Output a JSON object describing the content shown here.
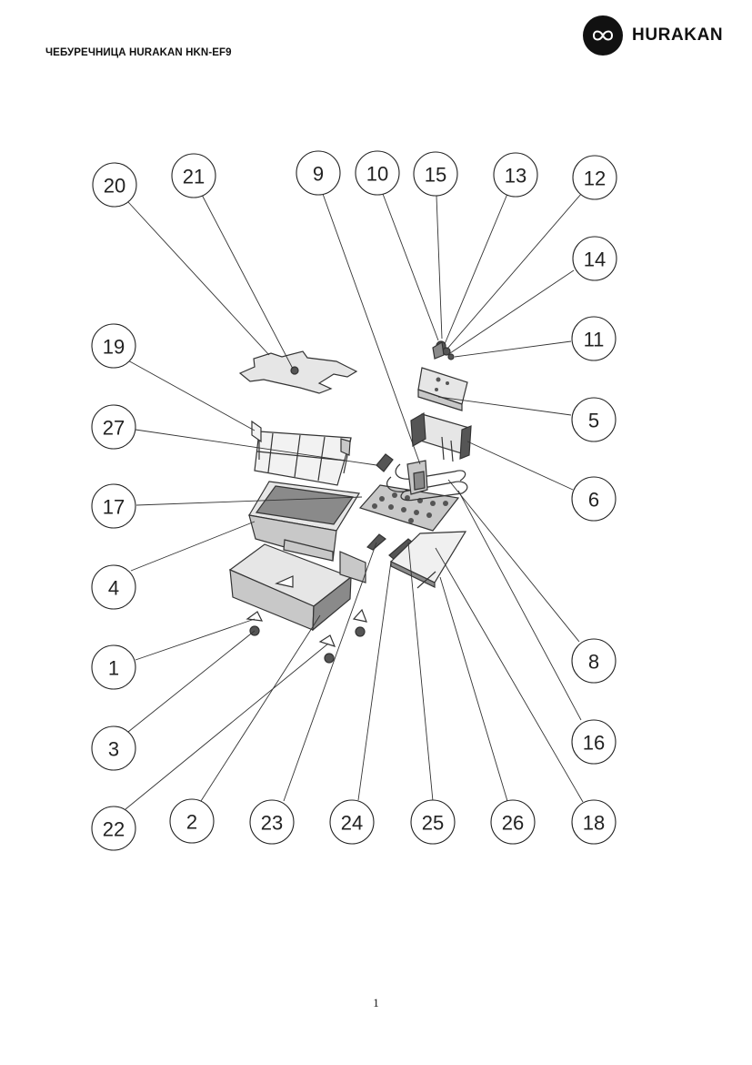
{
  "header": {
    "title": "ЧЕБУРЕЧНИЦА HURAKAN HKN-EF9",
    "brand": "HURAKAN",
    "logo_icon": "infinity-logo-icon"
  },
  "callouts": [
    {
      "label": "20"
    },
    {
      "label": "21"
    },
    {
      "label": "9"
    },
    {
      "label": "10"
    },
    {
      "label": "15"
    },
    {
      "label": "13"
    },
    {
      "label": "12"
    },
    {
      "label": "14"
    },
    {
      "label": "11"
    },
    {
      "label": "19"
    },
    {
      "label": "5"
    },
    {
      "label": "27"
    },
    {
      "label": "6"
    },
    {
      "label": "17"
    },
    {
      "label": "4"
    },
    {
      "label": "8"
    },
    {
      "label": "1"
    },
    {
      "label": "16"
    },
    {
      "label": "3"
    },
    {
      "label": "22"
    },
    {
      "label": "2"
    },
    {
      "label": "23"
    },
    {
      "label": "24"
    },
    {
      "label": "25"
    },
    {
      "label": "26"
    },
    {
      "label": "18"
    }
  ],
  "footer": {
    "page_number": "1"
  }
}
